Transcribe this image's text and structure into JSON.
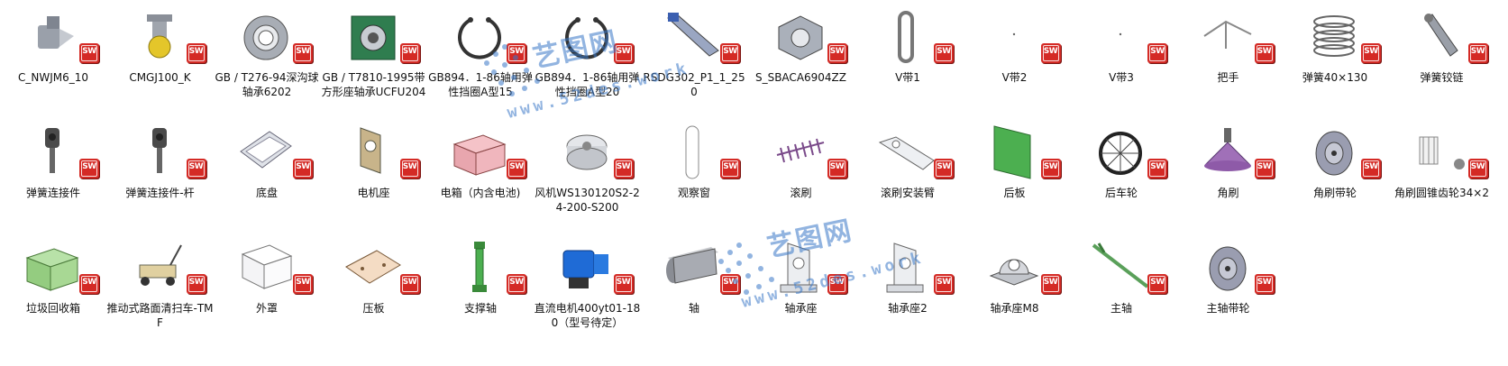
{
  "colors": {
    "sw_badge": "#d42a25",
    "watermark": "#3a78c8",
    "label_text": "#111111"
  },
  "badge_text": "SW",
  "watermark": {
    "chinese": "艺图网",
    "url": "www.52des.work"
  },
  "files": [
    {
      "label": "C_NWJM6_10",
      "icon": "connector-part-icon"
    },
    {
      "label": "CMGJ100_K",
      "icon": "caster-wheel-icon"
    },
    {
      "label": "GB / T276-94深沟球轴承6202",
      "icon": "ball-bearing-icon"
    },
    {
      "label": "GB / T7810-1995带方形座轴承UCFU204",
      "icon": "flange-bearing-icon"
    },
    {
      "label": "GB894．1-86轴用弹性挡圈A型15",
      "icon": "retaining-ring-icon"
    },
    {
      "label": "GB894．1-86轴用弹性挡圈A型20",
      "icon": "retaining-ring-icon"
    },
    {
      "label": "RSDG302_P1_1_250",
      "icon": "linear-rail-icon"
    },
    {
      "label": "S_SBACA6904ZZ",
      "icon": "bearing-block-icon"
    },
    {
      "label": "V带1",
      "icon": "v-belt-icon"
    },
    {
      "label": "V带2",
      "icon": "blank-part-icon"
    },
    {
      "label": "V带3",
      "icon": "blank-part-icon"
    },
    {
      "label": "把手",
      "icon": "handle-icon"
    },
    {
      "label": "弹簧40×130",
      "icon": "spring-icon"
    },
    {
      "label": "弹簧铰链",
      "icon": "spring-hinge-icon"
    },
    {
      "label": "弹簧连接件",
      "icon": "spring-connector-icon"
    },
    {
      "label": "弹簧连接件-杆",
      "icon": "spring-connector-icon"
    },
    {
      "label": "底盘",
      "icon": "chassis-icon"
    },
    {
      "label": "电机座",
      "icon": "motor-mount-icon"
    },
    {
      "label": "电箱（内含电池)",
      "icon": "box-icon"
    },
    {
      "label": "风机WS130120S2-24-200-S200",
      "icon": "fan-icon"
    },
    {
      "label": "观察窗",
      "icon": "window-icon"
    },
    {
      "label": "滚刷",
      "icon": "roller-brush-icon"
    },
    {
      "label": "滚刷安装臂",
      "icon": "arm-bracket-icon"
    },
    {
      "label": "后板",
      "icon": "plate-icon"
    },
    {
      "label": "后车轮",
      "icon": "wheel-icon"
    },
    {
      "label": "角刷",
      "icon": "side-brush-icon"
    },
    {
      "label": "角刷带轮",
      "icon": "pulley-icon"
    },
    {
      "label": "角刷圆锥齿轮34×2",
      "icon": "bevel-gear-icon"
    },
    {
      "label": "垃圾回收箱",
      "icon": "bin-icon"
    },
    {
      "label": "推动式路面清扫车-TMF",
      "icon": "assembly-icon"
    },
    {
      "label": "外罩",
      "icon": "cover-icon"
    },
    {
      "label": "压板",
      "icon": "press-plate-icon"
    },
    {
      "label": "支撑轴",
      "icon": "support-shaft-icon"
    },
    {
      "label": "直流电机400yt01-180（型号待定）",
      "icon": "dc-motor-icon"
    },
    {
      "label": "轴",
      "icon": "shaft-icon"
    },
    {
      "label": "轴承座",
      "icon": "bearing-bracket-icon"
    },
    {
      "label": "轴承座2",
      "icon": "bearing-bracket-icon"
    },
    {
      "label": "轴承座M8",
      "icon": "pillow-block-icon"
    },
    {
      "label": "主轴",
      "icon": "main-shaft-icon"
    },
    {
      "label": "主轴带轮",
      "icon": "pulley-icon"
    }
  ]
}
